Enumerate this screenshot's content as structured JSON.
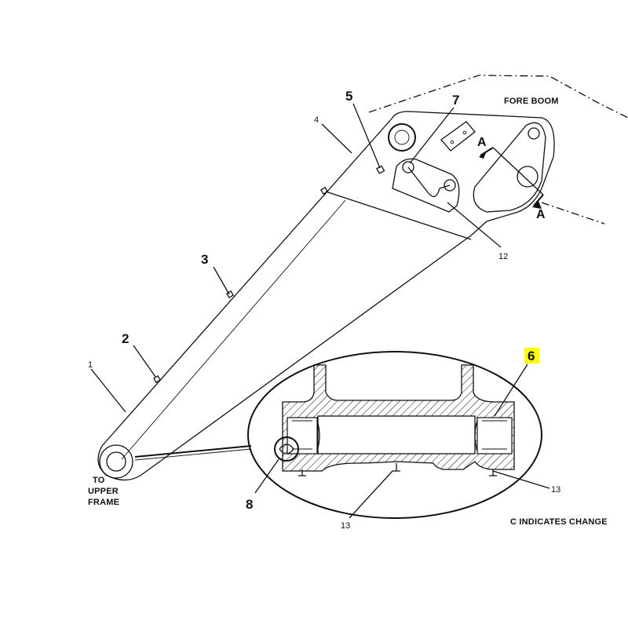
{
  "labels": {
    "fore_boom": "FORE BOOM",
    "to": "TO",
    "upper": "UPPER",
    "frame": "FRAME",
    "change_note": "C INDICATES CHANGE",
    "section_a": "A",
    "callout_1": "1",
    "callout_2": "2",
    "callout_3": "3",
    "callout_4": "4",
    "callout_5": "5",
    "callout_6": "6",
    "callout_7": "7",
    "callout_8": "8",
    "callout_12": "12",
    "callout_13": "13"
  },
  "colors": {
    "line": "#111111",
    "highlight": "#ffff00",
    "background": "#ffffff"
  }
}
